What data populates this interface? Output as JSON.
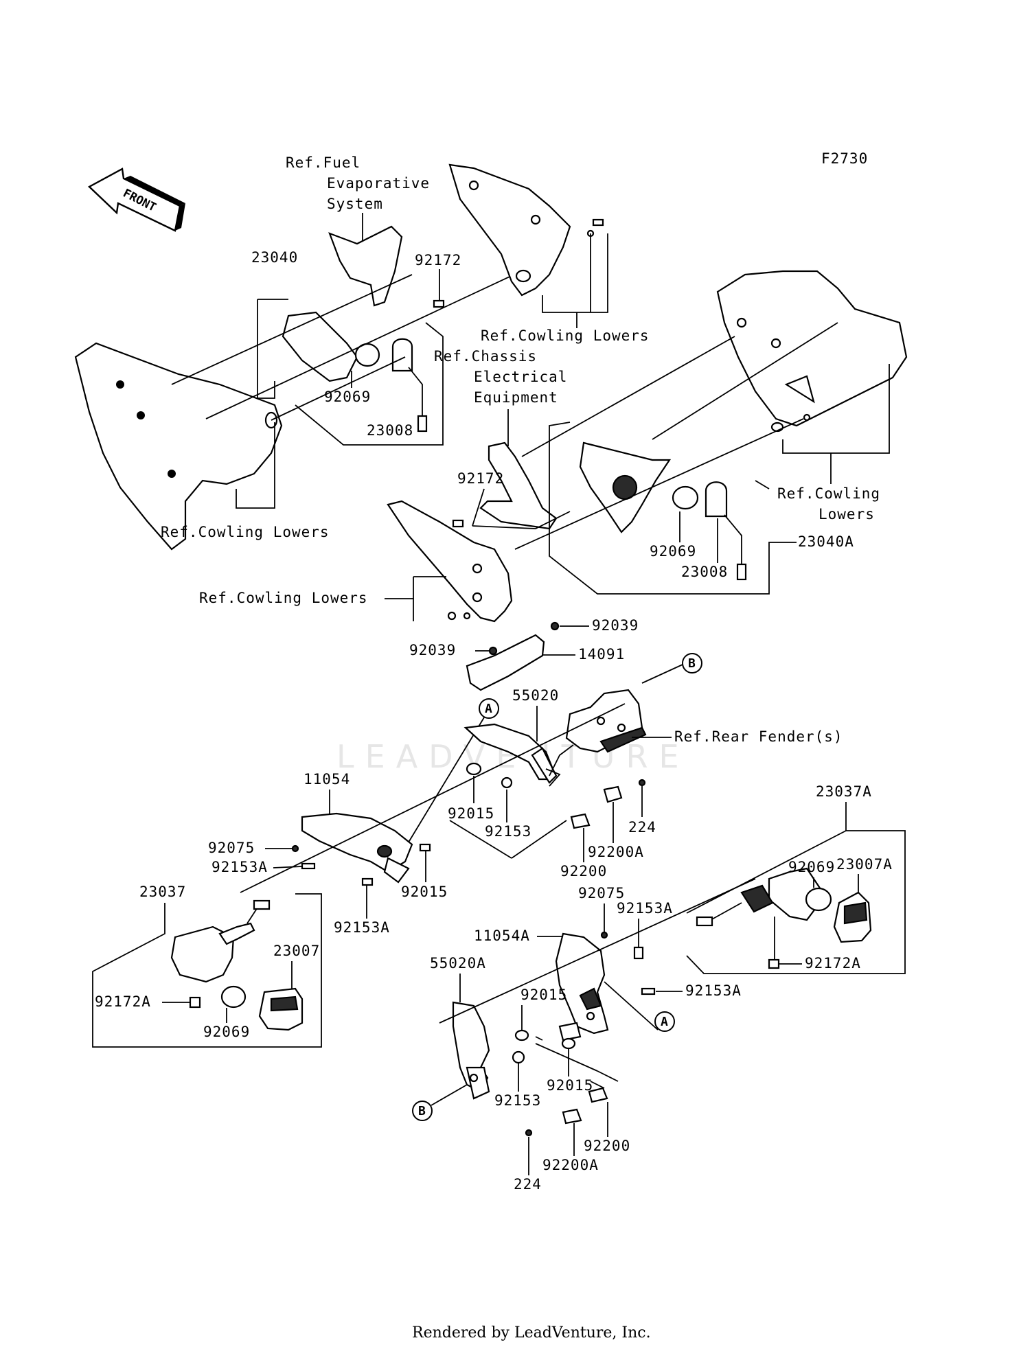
{
  "figure_id": "F2730",
  "watermark": "LEADVENTURE",
  "footer": "Rendered by LeadVenture, Inc.",
  "front_arrow": "FRONT",
  "callouts": {
    "a": "A",
    "b": "B"
  },
  "labels": {
    "ref_fuel_1": "Ref.Fuel",
    "ref_fuel_2": "Evaporative",
    "ref_fuel_3": "System",
    "ref_cowling_lowers": "Ref.Cowling Lowers",
    "ref_chassis_1": "Ref.Chassis",
    "ref_chassis_2": "Electrical",
    "ref_chassis_3": "Equipment",
    "ref_cowling_1": "Ref.Cowling",
    "ref_cowling_2": "Lowers",
    "ref_rear_fender": "Ref.Rear Fender(s)"
  },
  "parts": {
    "p23040": "23040",
    "p92172": "92172",
    "p92069": "92069",
    "p23008": "23008",
    "p23040A": "23040A",
    "p92039": "92039",
    "p14091": "14091",
    "p55020": "55020",
    "p11054": "11054",
    "p92075": "92075",
    "p92153A": "92153A",
    "p92015": "92015",
    "p92153": "92153",
    "p224": "224",
    "p92200A": "92200A",
    "p92200": "92200",
    "p23037A": "23037A",
    "p23007A": "23007A",
    "p23037": "23037",
    "p23007": "23007",
    "p92172A": "92172A",
    "p11054A": "11054A",
    "p55020A": "55020A"
  }
}
